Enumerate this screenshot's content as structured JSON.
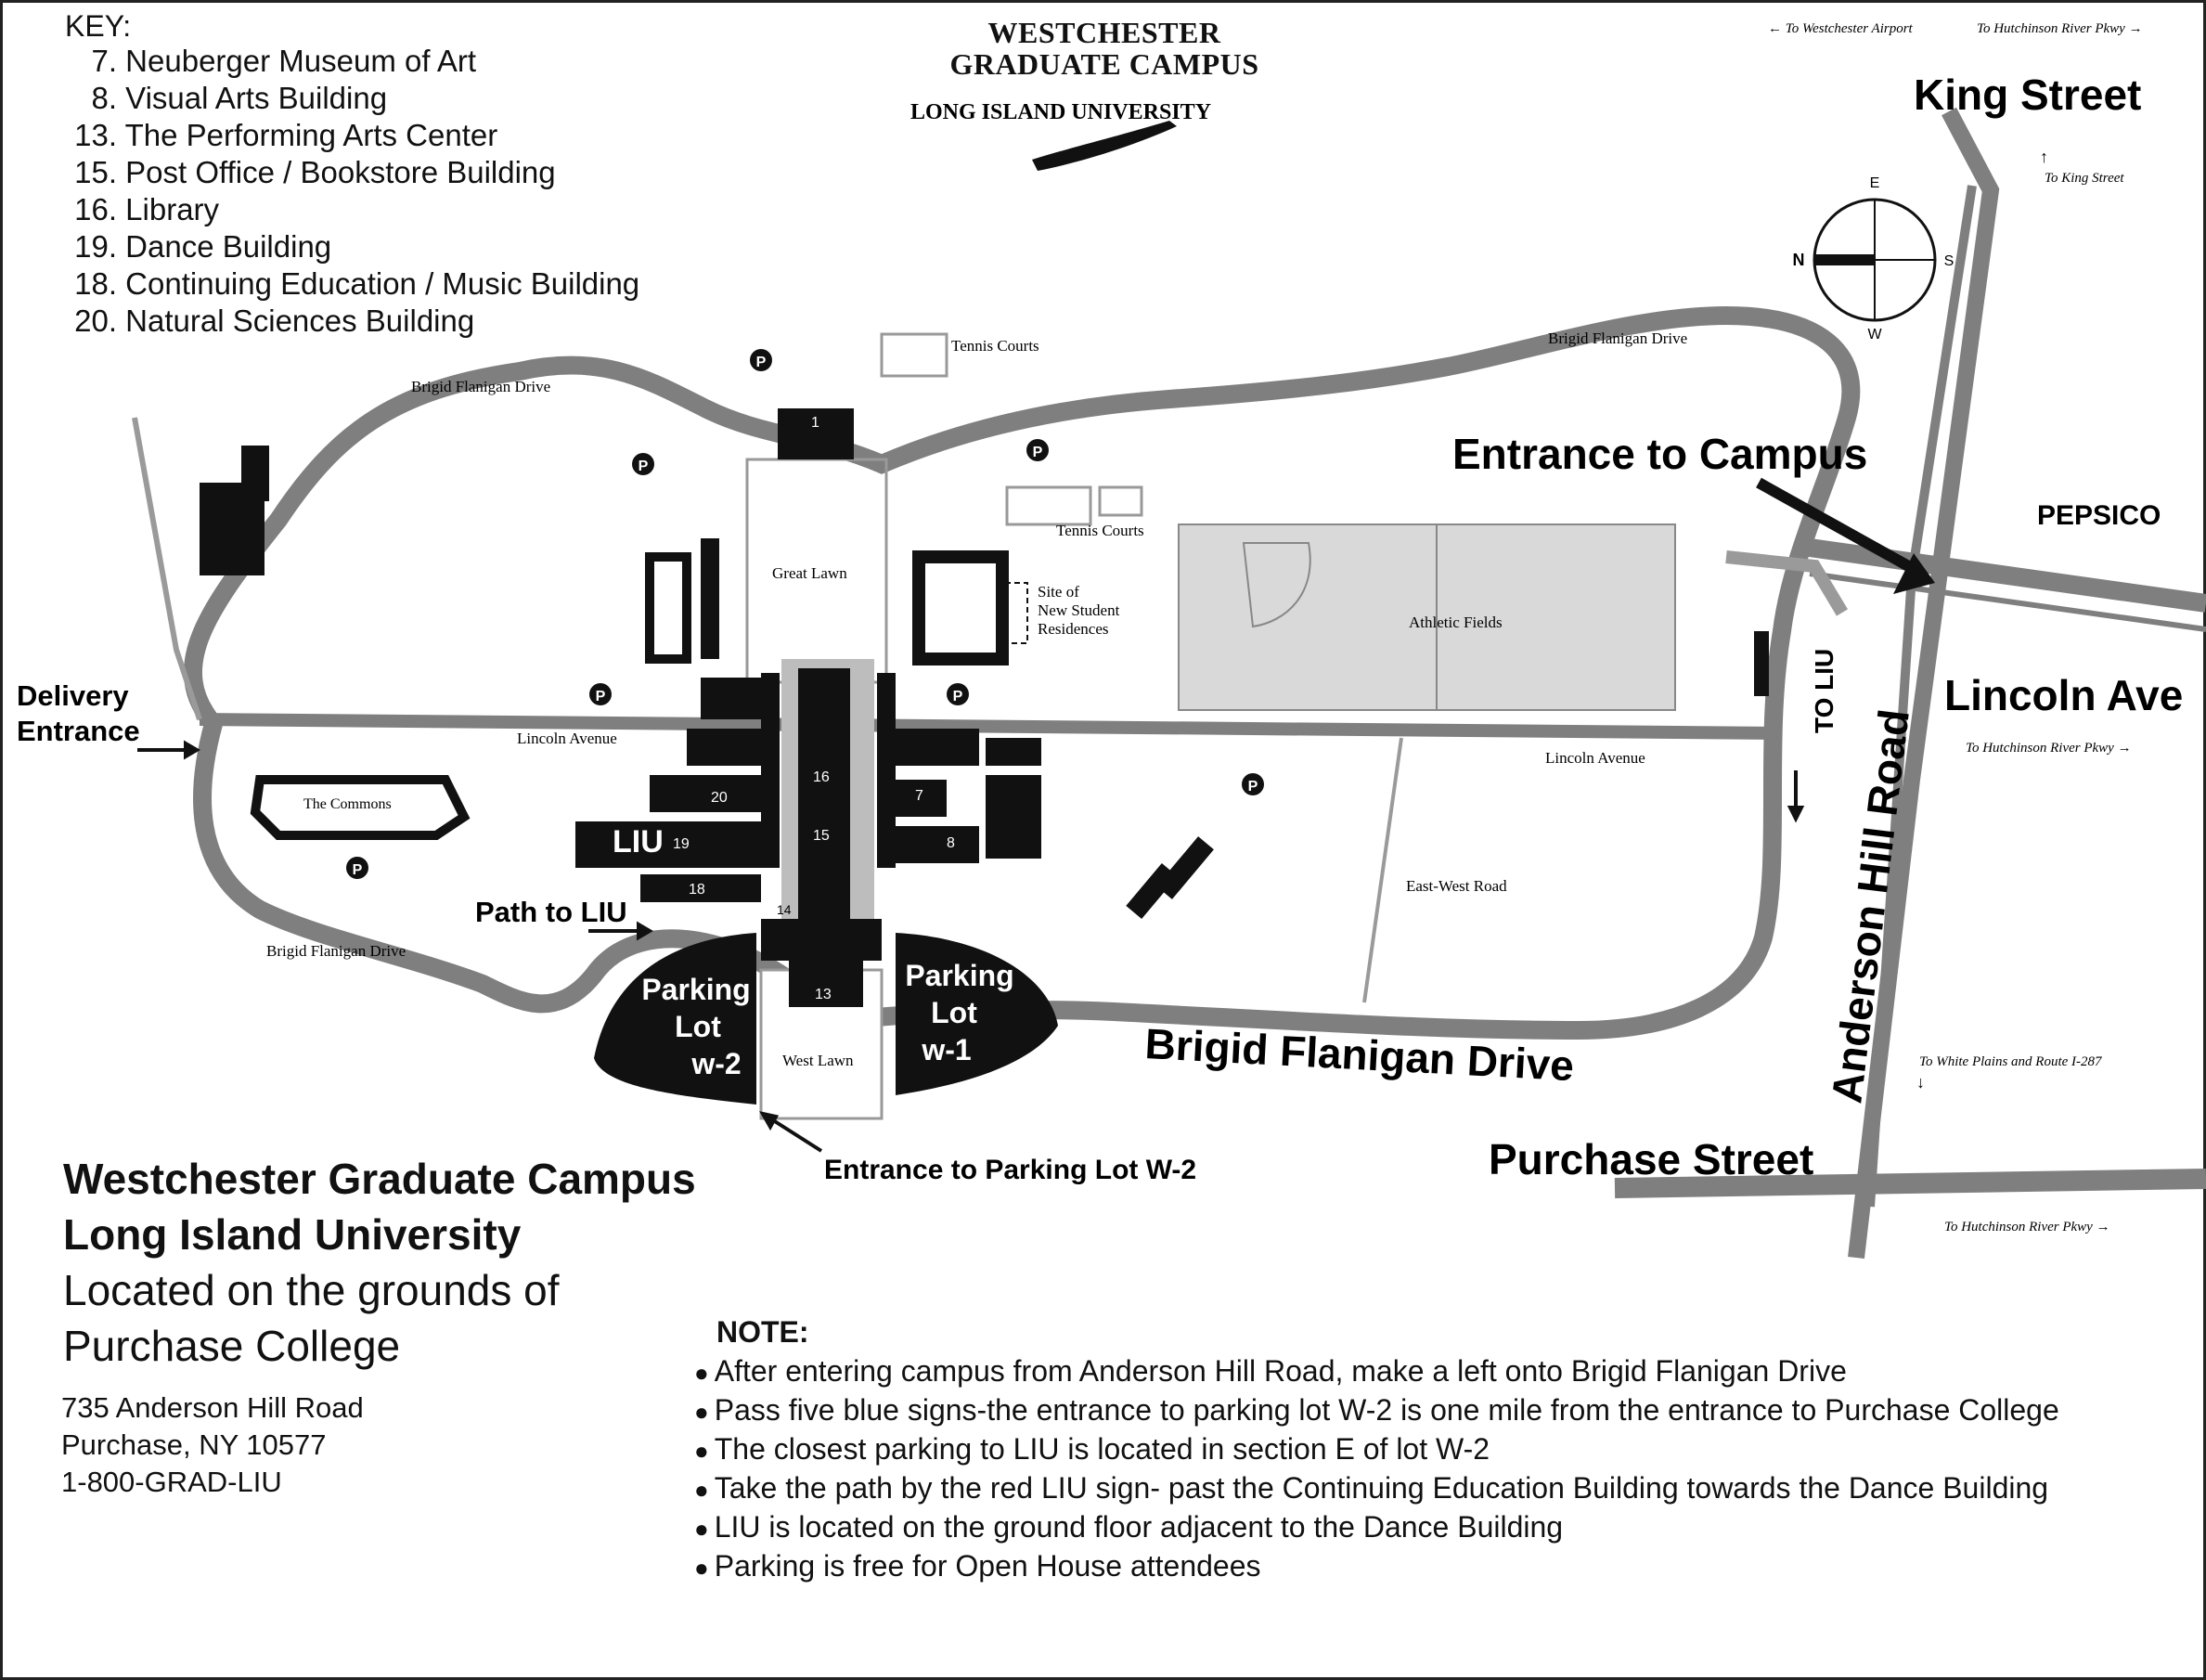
{
  "key": {
    "title": "KEY:",
    "items": [
      {
        "num": "7.",
        "label": "Neuberger Museum of Art"
      },
      {
        "num": "8.",
        "label": "Visual Arts Building"
      },
      {
        "num": "13.",
        "label": "The Performing Arts Center"
      },
      {
        "num": "15.",
        "label": "Post Office / Bookstore Building"
      },
      {
        "num": "16.",
        "label": "Library"
      },
      {
        "num": "19.",
        "label": "Dance Building"
      },
      {
        "num": "18.",
        "label": "Continuing Education / Music Building"
      },
      {
        "num": "20.",
        "label": "Natural Sciences Building"
      }
    ]
  },
  "brand": {
    "line1": "WESTCHESTER",
    "line2": "GRADUATE CAMPUS",
    "university_logo": "LONG ISLAND UNIVERSITY"
  },
  "directions": {
    "airport": "← To Westchester Airport",
    "hutch_top": "To Hutchinson River Pkwy →",
    "king_street_arrow": "↑",
    "to_king_street": "To King Street",
    "hutch_mid": "To Hutchinson River Pkwy →",
    "white_plains": "To White Plains and Route I-287",
    "white_plains_arrow": "↓",
    "hutch_bottom": "To Hutchinson River Pkwy →"
  },
  "compass": {
    "n": "N",
    "s": "S",
    "e": "E",
    "w": "W"
  },
  "map_labels": {
    "king_street": "King Street",
    "pepsico": "PEPSICO",
    "entrance_to_campus": "Entrance to Campus",
    "lincoln_ave_big": "Lincoln Ave",
    "anderson_hill_road": "Anderson Hill Road",
    "to_liu": "TO LIU",
    "purchase_street": "Purchase Street",
    "brigid_flanigan_drive_big": "Brigid Flanigan Drive",
    "entrance_lot_w2": "Entrance to Parking Lot W-2",
    "path_to_liu": "Path to LIU",
    "delivery": "Delivery",
    "entrance": "Entrance",
    "bfd_left_top": "Brigid Flanigan Drive",
    "bfd_right_top": "Brigid Flanigan Drive",
    "bfd_left_bottom": "Brigid Flanigan Drive",
    "tennis_courts_1": "Tennis Courts",
    "tennis_courts_2": "Tennis Courts",
    "great_lawn": "Great Lawn",
    "site_line1": "Site of",
    "site_line2": "New Student",
    "site_line3": "Residences",
    "athletic_fields": "Athletic Fields",
    "lincoln_avenue_left": "Lincoln Avenue",
    "lincoln_avenue_right": "Lincoln Avenue",
    "east_west_road": "East-West Road",
    "the_commons": "The Commons",
    "liu_sign": "LIU",
    "west_lawn": "West Lawn",
    "lot_w2_line1": "Parking",
    "lot_w2_line2": "Lot",
    "lot_w2_line3": "w-2",
    "lot_w1_line1": "Parking",
    "lot_w1_line2": "Lot",
    "lot_w1_line3": "w-1",
    "b1": "1",
    "b7": "7",
    "b8": "8",
    "b13": "13",
    "b14": "14",
    "b15": "15",
    "b16": "16",
    "b18": "18",
    "b19": "19",
    "b20": "20",
    "parking": "P"
  },
  "info": {
    "line1": "Westchester Graduate Campus",
    "line2": "Long Island University",
    "line3": "Located on the grounds of",
    "line4": "Purchase College"
  },
  "address": {
    "street": "735 Anderson Hill Road",
    "city": "Purchase, NY 10577",
    "phone": "1-800-GRAD-LIU"
  },
  "note": {
    "title": "NOTE:",
    "items": [
      "After entering campus from Anderson Hill Road, make a left onto Brigid Flanigan Drive",
      "Pass five blue signs-the entrance to parking lot W-2 is one mile from the entrance to Purchase College",
      "The closest parking to LIU is located in section E of lot W-2",
      "Take the path by the red LIU sign- past the Continuing Education Building towards the Dance Building",
      "LIU is located on the ground floor adjacent to the Dance Building",
      "Parking is free for Open House attendees"
    ]
  },
  "colors": {
    "road": "#7f7f7f",
    "building": "#111111",
    "field": "#d9d9d9",
    "path": "#9a9a9a"
  }
}
